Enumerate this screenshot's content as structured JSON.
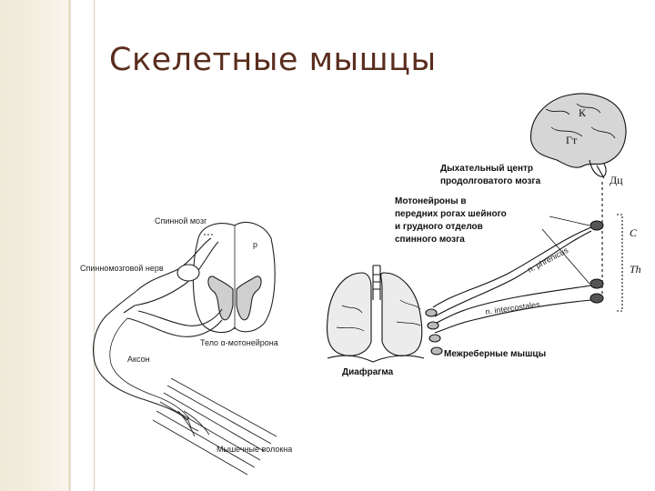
{
  "slide": {
    "title": "Скелетные мышцы"
  },
  "left_diagram": {
    "spinal_cord": "Спинной мозг",
    "spinal_nerve": "Спинномозговой нерв",
    "alpha_motoneuron": "Тело α-мотонейрона",
    "axon": "Аксон",
    "muscle_fibers": "Мышечные волокна",
    "segment_letter": "р"
  },
  "right_diagram": {
    "brain_k": "К",
    "brain_gt": "Гт",
    "dc": "Дц",
    "resp_center_1": "Дыхательный центр",
    "resp_center_2": "продолговатого мозга",
    "motoneurons_1": "Мотонейроны в",
    "motoneurons_2": "передних рогах шейного",
    "motoneurons_3": "и грудного отделов",
    "motoneurons_4": "спинного мозга",
    "c": "C",
    "th": "Th",
    "n_phrenicus": "n. phrenicus",
    "n_intercostales": "n. intercostales",
    "intercostal_muscles": "Межреберные мышцы",
    "diaphragm": "Диафрагма"
  },
  "colors": {
    "title": "#5a2e1e",
    "band": "#efe9d8",
    "ink": "#111111"
  }
}
